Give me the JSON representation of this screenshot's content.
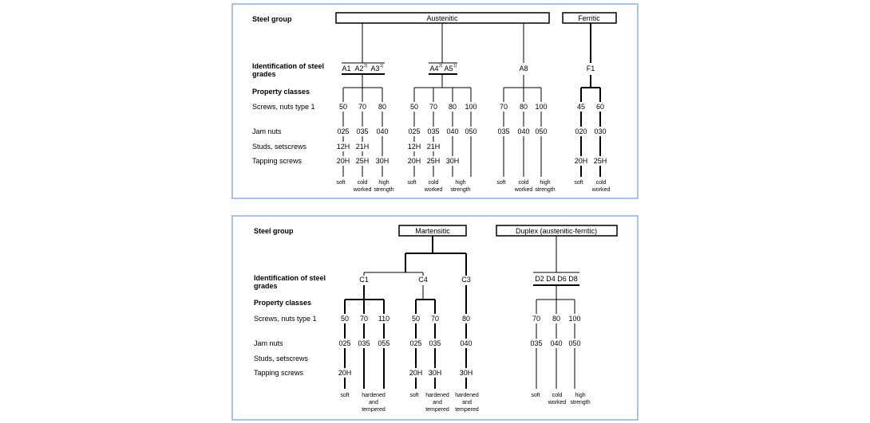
{
  "top": {
    "row_labels": {
      "steel_group": "Steel group",
      "ident_line1": "Identification of steel",
      "ident_line2": "grades",
      "property_classes": "Property classes",
      "screws": "Screws, nuts type 1",
      "jam_nuts": "Jam nuts",
      "studs": "Studs, setscrews",
      "tapping": "Tapping screws"
    },
    "groups": {
      "austenitic": "Austenitic",
      "ferritic": "Ferritic"
    },
    "grades": {
      "a1": "A1",
      "a2": "A2",
      "a2_sup": "2)",
      "a3": "A3",
      "a3_sup": "1)",
      "a4": "A4",
      "a4_sup": "2)",
      "a5": "A5",
      "a5_sup": "1)",
      "a8": "A8",
      "f1": "F1"
    },
    "columns": [
      {
        "screw": "50",
        "jam": "025",
        "stud": "12H",
        "tap": "20H"
      },
      {
        "screw": "70",
        "jam": "035",
        "stud": "21H",
        "tap": "25H"
      },
      {
        "screw": "80",
        "jam": "040",
        "stud": "",
        "tap": "30H"
      },
      {
        "screw": "50",
        "jam": "025",
        "stud": "12H",
        "tap": "20H"
      },
      {
        "screw": "70",
        "jam": "035",
        "stud": "21H",
        "tap": "25H"
      },
      {
        "screw": "80",
        "jam": "040",
        "stud": "",
        "tap": "30H"
      },
      {
        "screw": "100",
        "jam": "050",
        "stud": "",
        "tap": ""
      },
      {
        "screw": "70",
        "jam": "035",
        "stud": "",
        "tap": ""
      },
      {
        "screw": "80",
        "jam": "040",
        "stud": "",
        "tap": ""
      },
      {
        "screw": "100",
        "jam": "050",
        "stud": "",
        "tap": ""
      },
      {
        "screw": "45",
        "jam": "020",
        "stud": "",
        "tap": "20H"
      },
      {
        "screw": "60",
        "jam": "030",
        "stud": "",
        "tap": "25H"
      }
    ],
    "conditions": {
      "soft": "soft",
      "cold": "cold",
      "worked": "worked",
      "high": "high",
      "strength": "strength"
    }
  },
  "bottom": {
    "row_labels": {
      "steel_group": "Steel group",
      "ident_line1": "Identification of steel",
      "ident_line2": "grades",
      "property_classes": "Property classes",
      "screws": "Screws, nuts type 1",
      "jam_nuts": "Jam nuts",
      "studs": "Studs, setscrews",
      "tapping": "Tapping screws"
    },
    "groups": {
      "martensitic": "Martensitic",
      "duplex": "Duplex (austenitic-ferritic)"
    },
    "grades": {
      "c1": "C1",
      "c4": "C4",
      "c3": "C3",
      "d_grades": "D2  D4  D6  D8"
    },
    "columns": [
      {
        "screw": "50",
        "jam": "025",
        "tap": "20H"
      },
      {
        "screw": "70",
        "jam": "035",
        "tap": ""
      },
      {
        "screw": "110",
        "jam": "055",
        "tap": ""
      },
      {
        "screw": "50",
        "jam": "025",
        "tap": "20H"
      },
      {
        "screw": "70",
        "jam": "035",
        "tap": "30H"
      },
      {
        "screw": "80",
        "jam": "040",
        "tap": "30H"
      },
      {
        "screw": "70",
        "jam": "035",
        "tap": ""
      },
      {
        "screw": "80",
        "jam": "040",
        "tap": ""
      },
      {
        "screw": "100",
        "jam": "050",
        "tap": ""
      }
    ],
    "conditions": {
      "soft": "soft",
      "hardened": "hardened",
      "and": "and",
      "tempered": "tempered",
      "cold": "cold",
      "worked": "worked",
      "high": "high",
      "strength": "strength"
    }
  }
}
